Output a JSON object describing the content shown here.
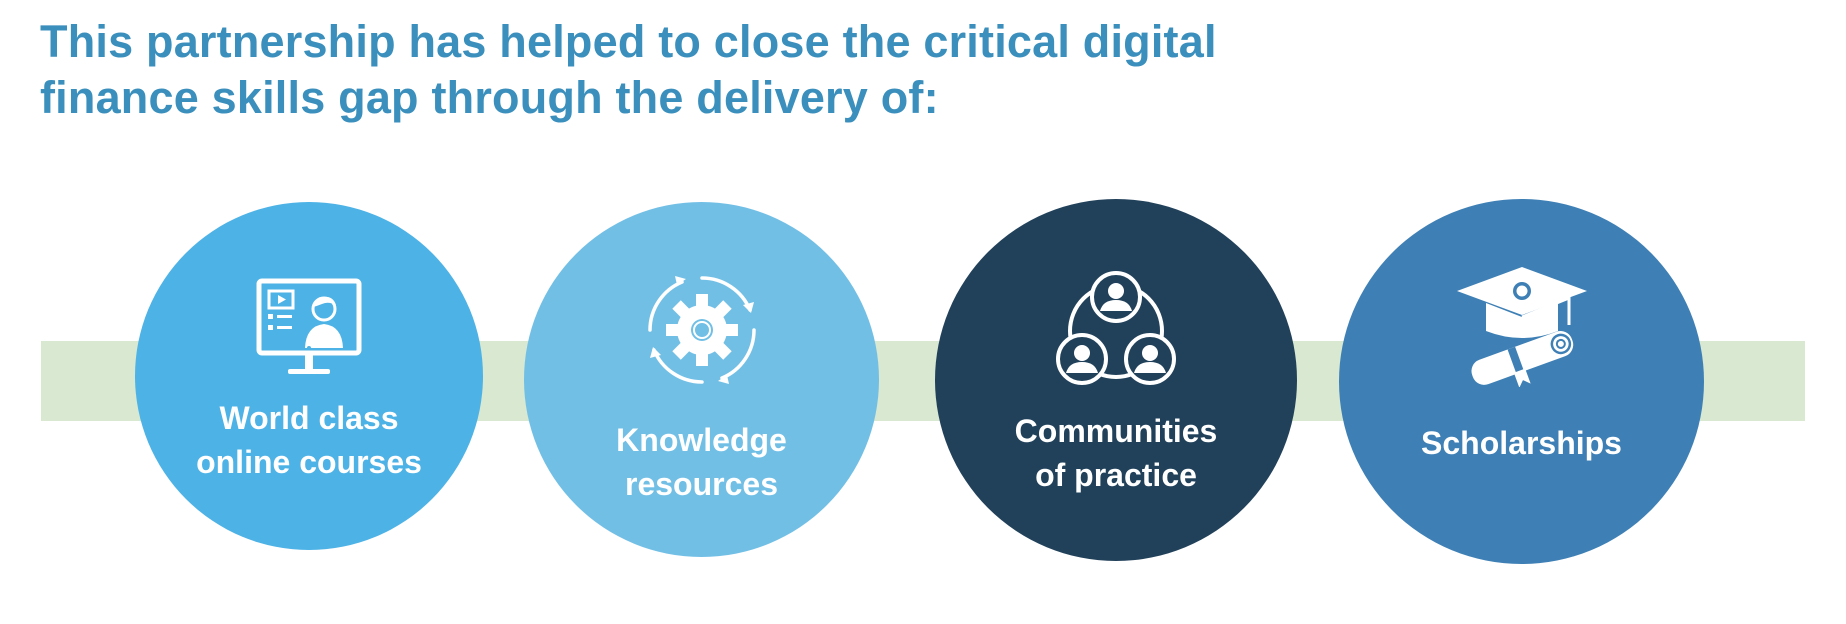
{
  "headline": {
    "line1": "This partnership has helped to close the critical digital",
    "line2": "finance skills gap through the delivery of:"
  },
  "items": [
    {
      "label": "World class\nonline courses",
      "icon": "online-course-monitor-icon",
      "color": "#4db2e6"
    },
    {
      "label": "Knowledge\nresources",
      "icon": "gear-cycle-icon",
      "color": "#72bfe6"
    },
    {
      "label": "Communities\nof practice",
      "icon": "community-network-icon",
      "color": "#21415a"
    },
    {
      "label": "Scholarships",
      "icon": "graduation-cap-diploma-icon",
      "color": "#3e80b5"
    }
  ],
  "colors": {
    "headline": "#3a8fbd",
    "band": "#d9e8d1",
    "label_text": "#ffffff"
  }
}
